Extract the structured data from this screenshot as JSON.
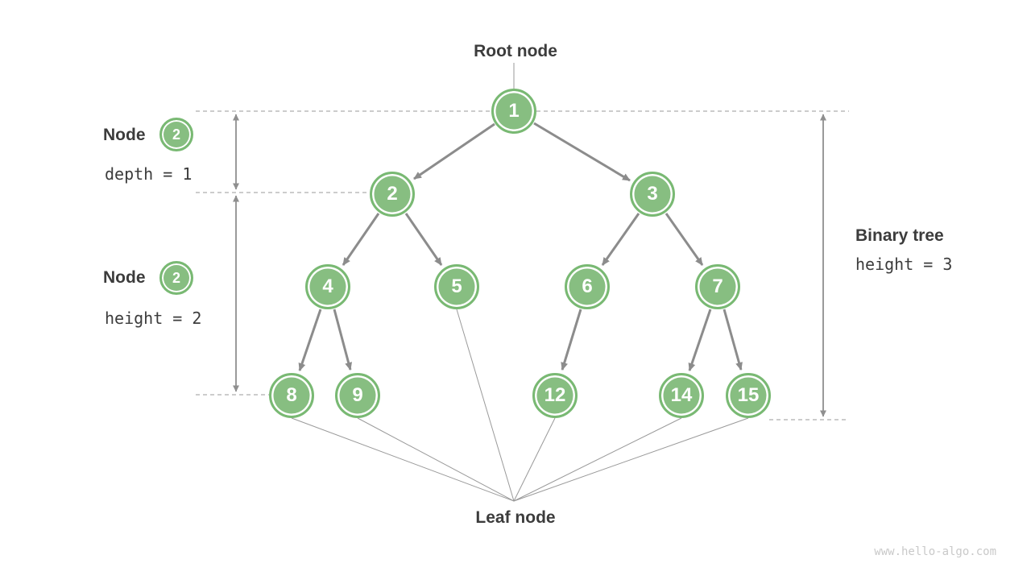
{
  "labels": {
    "root_node": "Root node",
    "leaf_node": "Leaf node",
    "watermark": "www.hello-algo.com"
  },
  "tree": {
    "type": "binary-tree",
    "nodes": [
      {
        "value": "1"
      },
      {
        "value": "2"
      },
      {
        "value": "3"
      },
      {
        "value": "4"
      },
      {
        "value": "5"
      },
      {
        "value": "6"
      },
      {
        "value": "7"
      },
      {
        "value": "8"
      },
      {
        "value": "9"
      },
      {
        "value": "12"
      },
      {
        "value": "14"
      },
      {
        "value": "15"
      }
    ],
    "edges": [
      [
        "1",
        "2"
      ],
      [
        "1",
        "3"
      ],
      [
        "2",
        "4"
      ],
      [
        "2",
        "5"
      ],
      [
        "3",
        "6"
      ],
      [
        "3",
        "7"
      ],
      [
        "4",
        "8"
      ],
      [
        "4",
        "9"
      ],
      [
        "6",
        "12"
      ],
      [
        "7",
        "14"
      ],
      [
        "7",
        "15"
      ]
    ],
    "leaf_values": [
      "8",
      "9",
      "5",
      "12",
      "14",
      "15"
    ]
  },
  "annotations": {
    "node_depth": {
      "label": "Node",
      "badge_value": "2",
      "metric": "depth = 1"
    },
    "node_height": {
      "label": "Node",
      "badge_value": "2",
      "metric": "height = 2"
    },
    "binary_tree": {
      "label": "Binary tree",
      "metric": "height = 3"
    }
  },
  "colors": {
    "node_fill": "#87be81",
    "node_border": "#79b973",
    "node_text": "#ffffff",
    "edge_arrow": "#8c8c8c",
    "measure_arrow": "#8f8f8f",
    "dashed_guide": "#adadad",
    "label_text": "#3c3c3c",
    "watermark_text": "#c9c9c9"
  }
}
